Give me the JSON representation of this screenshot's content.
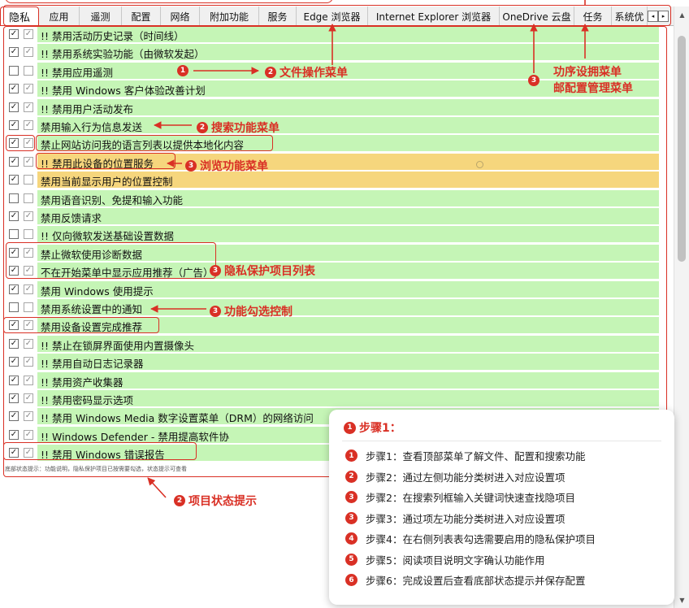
{
  "tabs": [
    "隐私",
    "应用",
    "遥测",
    "配置",
    "网络",
    "附加功能",
    "服务",
    "Edge 浏览器",
    "Internet Explorer 浏览器",
    "OneDrive 云盘",
    "任务",
    "系统优"
  ],
  "tab_scroll": {
    "left": "◂",
    "right": "▸"
  },
  "rows": [
    {
      "label": "!! 禁用活动历史记录（时间线）",
      "c1": "✓",
      "c2": "✓",
      "hl": false
    },
    {
      "label": "!! 禁用系统实验功能（由微软发起）",
      "c1": "✓",
      "c2": "✓",
      "hl": false
    },
    {
      "label": "!! 禁用应用遥测",
      "c1": "",
      "c2": "",
      "hl": false
    },
    {
      "label": "!! 禁用 Windows 客户体验改善计划",
      "c1": "✓",
      "c2": "✓",
      "hl": false
    },
    {
      "label": "!! 禁用用户活动发布",
      "c1": "✓",
      "c2": "✓",
      "hl": false
    },
    {
      "label": "禁用输入行为信息发送",
      "c1": "✓",
      "c2": "✓",
      "hl": false
    },
    {
      "label": "禁止网站访问我的语言列表以提供本地化内容",
      "c1": "✓",
      "c2": "✓",
      "hl": false
    },
    {
      "label": "!! 禁用此设备的位置服务",
      "c1": "✓",
      "c2": "✓",
      "hl": true
    },
    {
      "label": "禁用当前显示用户的位置控制",
      "c1": "✓",
      "c2": "",
      "hl": true
    },
    {
      "label": "禁用语音识别、免提和输入功能",
      "c1": "",
      "c2": "",
      "hl": false
    },
    {
      "label": "禁用反馈请求",
      "c1": "✓",
      "c2": "✓",
      "hl": false
    },
    {
      "label": "!! 仅向微软发送基础设置数据",
      "c1": "",
      "c2": "",
      "hl": false
    },
    {
      "label": "禁止微软使用诊断数据",
      "c1": "✓",
      "c2": "✓",
      "hl": false
    },
    {
      "label": "不在开始菜单中显示应用推荐（广告）",
      "c1": "✓",
      "c2": "✓",
      "hl": false
    },
    {
      "label": "禁用 Windows 使用提示",
      "c1": "✓",
      "c2": "✓",
      "hl": false
    },
    {
      "label": "禁用系统设置中的通知",
      "c1": "",
      "c2": "",
      "hl": false
    },
    {
      "label": "禁用设备设置完成推荐",
      "c1": "✓",
      "c2": "✓",
      "hl": false
    },
    {
      "label": "!! 禁止在锁屏界面使用内置摄像头",
      "c1": "✓",
      "c2": "✓",
      "hl": false
    },
    {
      "label": "!! 禁用自动日志记录器",
      "c1": "✓",
      "c2": "✓",
      "hl": false
    },
    {
      "label": "!! 禁用资产收集器",
      "c1": "✓",
      "c2": "✓",
      "hl": false
    },
    {
      "label": "!! 禁用密码显示选项",
      "c1": "✓",
      "c2": "✓",
      "hl": false
    },
    {
      "label": "!! 禁用 Windows Media 数字设置菜单（DRM）的网络访问",
      "c1": "✓",
      "c2": "✓",
      "hl": false
    },
    {
      "label": "!! Windows Defender - 禁用提高软件协",
      "c1": "✓",
      "c2": "✓",
      "hl": false
    },
    {
      "label": "!! 禁用 Windows 错误报告",
      "c1": "✓",
      "c2": "✓",
      "hl": false
    }
  ],
  "status_text": "底部状态提示：功能说明，隐私保护项目已按需要勾选，状态提示可查看",
  "annotations": {
    "file_menu": {
      "num": "2",
      "text": "文件操作菜单",
      "num_b": "1"
    },
    "task_menu": {
      "num": "3",
      "text": "功序设拥菜单",
      "text2": "邮配置管理菜单"
    },
    "search_menu": {
      "num": "2",
      "text": "搜索功能菜单"
    },
    "browse_menu": {
      "num": "3",
      "text": "浏览功能菜单"
    },
    "privacy_list": {
      "num": "3",
      "text": "隐私保护项目列表"
    },
    "check_control": {
      "num": "3",
      "text": "功能勾选控制"
    },
    "status_hint": {
      "num": "2",
      "text": "项目状态提示"
    }
  },
  "steps": {
    "title": {
      "num": "1",
      "text": "步骤1："
    },
    "items": [
      {
        "num": "1",
        "text": "步骤1：查看顶部菜单了解文件、配置和搜索功能",
        "color": "#d93025"
      },
      {
        "num": "2",
        "text": "步骤2：通过左侧功能分类树进入对应设置项",
        "color": "#d93025"
      },
      {
        "num": "3",
        "text": "步骤2：在搜索列框输入关键词快速查找隐项目",
        "color": "#d93025"
      },
      {
        "num": "3",
        "text": "步骤3：通过项左功能分类树进入对应设置项",
        "color": "#d93025"
      },
      {
        "num": "4",
        "text": "步骤4：在右侧列表表勾选需要启用的隐私保护项目",
        "color": "#d93025"
      },
      {
        "num": "5",
        "text": "步骤5：阅读项目说明文字确认功能作用",
        "color": "#d93025"
      },
      {
        "num": "6",
        "text": "步骤6：完成设置后查看底部状态提示并保存配置",
        "color": "#d93025"
      }
    ]
  },
  "colors": {
    "accent": "#d93025",
    "row_green": "#c5f5b6",
    "row_yellow": "#f6d67d"
  }
}
